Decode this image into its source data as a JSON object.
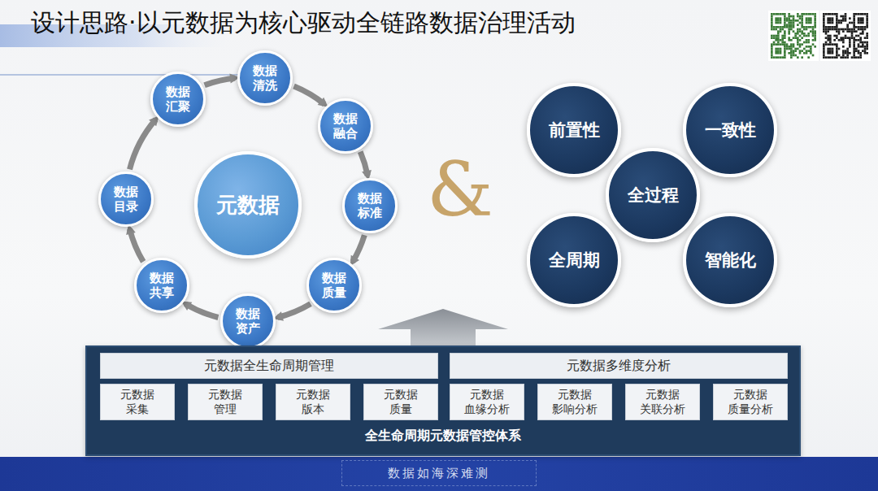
{
  "diagram": {
    "title": "设计思路·以元数据为核心驱动全链路数据治理活动",
    "nodes": [
      {
        "text": [
          "元数据"
        ]
      },
      {
        "text": [
          "数据 清洗"
        ]
      },
      {
        "text": [
          "数据 融合"
        ]
      },
      {
        "text": [
          "数据 标准"
        ]
      },
      {
        "text": [
          "数据 质量"
        ]
      },
      {
        "text": [
          "数据 资产"
        ]
      },
      {
        "text": [
          "数据 共享"
        ]
      },
      {
        "text": [
          "数据 目录"
        ]
      },
      {
        "text": [
          "数据 汇聚"
        ]
      },
      {
        "text": [
          "前置性"
        ]
      },
      {
        "text": [
          "一致性"
        ]
      },
      {
        "text": [
          "全过程"
        ]
      },
      {
        "text": [
          "全周期"
        ]
      },
      {
        "text": [
          "智能化"
        ]
      },
      {
        "text": [
          "全生命周期元数据管控体系"
        ]
      },
      {
        "text": [
          "元数据全生命周期管理"
        ],
        "in": 14
      },
      {
        "text": [
          "元数据多维度分析"
        ],
        "in": 14
      },
      {
        "text": [
          "元数据 采集"
        ],
        "in": 14
      },
      {
        "text": [
          "元数据 管理"
        ],
        "in": 14
      },
      {
        "text": [
          "元数据 版本"
        ],
        "in": 14
      },
      {
        "text": [
          "元数据 质量"
        ],
        "in": 14
      },
      {
        "text": [
          "元数据 血缘分析"
        ],
        "in": 14
      },
      {
        "text": [
          "元数据 影响分析"
        ],
        "in": 14
      },
      {
        "text": [
          "元数据 关联分析"
        ],
        "in": 14
      },
      {
        "text": [
          "元数据 质量分析"
        ],
        "in": 14
      }
    ],
    "edges": [
      {
        "from": 8,
        "to": 1,
        "arrow": "to"
      },
      {
        "from": 1,
        "to": 2,
        "arrow": "to"
      },
      {
        "from": 2,
        "to": 3,
        "arrow": "to"
      },
      {
        "from": 3,
        "to": 4,
        "arrow": "to"
      },
      {
        "from": 4,
        "to": 5,
        "arrow": "to"
      },
      {
        "from": 5,
        "to": 6,
        "arrow": "to"
      },
      {
        "from": 6,
        "to": 7,
        "arrow": "to"
      },
      {
        "from": 7,
        "to": 8,
        "arrow": "to"
      }
    ],
    "labels": [
      "&",
      "数据如海深难测"
    ]
  }
}
